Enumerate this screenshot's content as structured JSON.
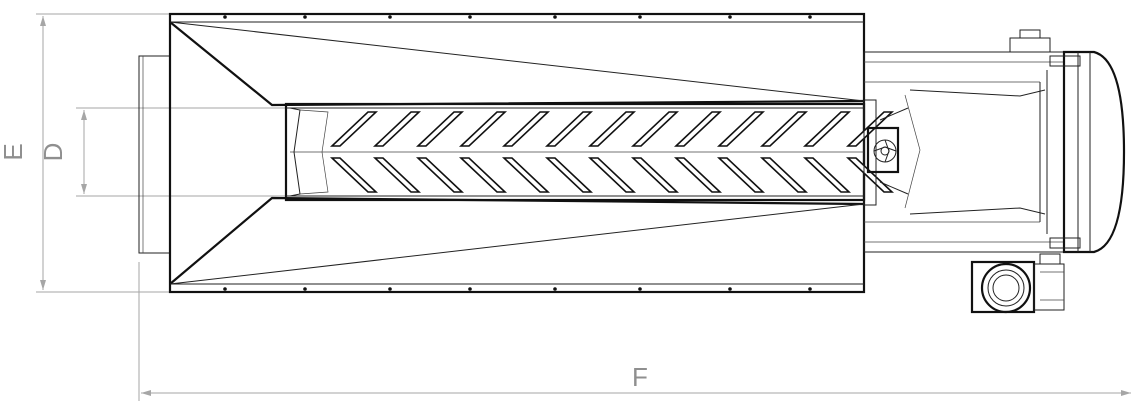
{
  "dimensions": {
    "e_label": "E",
    "d_label": "D",
    "f_label": "F"
  },
  "drawing": {
    "chevron_rows": 2,
    "chevrons_per_row": 13
  }
}
